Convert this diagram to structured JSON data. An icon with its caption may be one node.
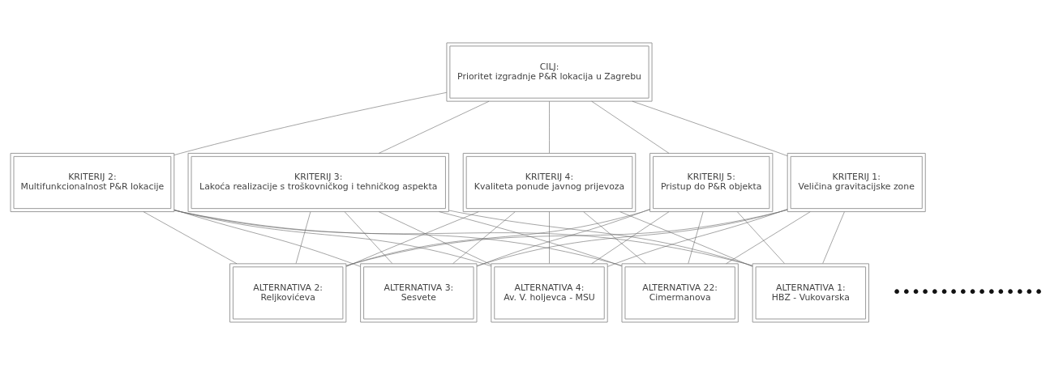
{
  "diagram": {
    "nodes": [
      {
        "text": [
          "CILJ:",
          "Prioritet izgradnje P&R lokacija u Zagrebu"
        ]
      },
      {
        "text": [
          "KRITERIJ 1:",
          "Veličina gravitacijske zone"
        ]
      },
      {
        "text": [
          "KRITERIJ 2:",
          "Multifunkcionalnost P&R lokacije"
        ]
      },
      {
        "text": [
          "KRITERIJ 3:",
          "Lakoća realizacije s troškovničkog i tehničkog aspekta"
        ]
      },
      {
        "text": [
          "KRITERIJ 4:",
          "Kvaliteta ponude javnog prijevoza"
        ]
      },
      {
        "text": [
          "KRITERIJ 5:",
          "Pristup do P&R objekta"
        ]
      },
      {
        "text": [
          "ALTERNATIVA 1:",
          "HBZ - Vukovarska"
        ]
      },
      {
        "text": [
          "ALTERNATIVA 2:",
          "Reljkovićeva"
        ]
      },
      {
        "text": [
          "ALTERNATIVA 3:",
          "Sesvete"
        ]
      },
      {
        "text": [
          "ALTERNATIVA 4:",
          "Av. V. holjevca - MSU"
        ]
      },
      {
        "text": [
          "ALTERNATIVA 22:",
          "Cimermanova"
        ]
      }
    ],
    "edges": [
      {
        "from": 0,
        "to": 1,
        "arrow": "none"
      },
      {
        "from": 0,
        "to": 2,
        "arrow": "none"
      },
      {
        "from": 0,
        "to": 3,
        "arrow": "none"
      },
      {
        "from": 0,
        "to": 4,
        "arrow": "none"
      },
      {
        "from": 0,
        "to": 5,
        "arrow": "none"
      },
      {
        "from": 1,
        "to": 6,
        "arrow": "none"
      },
      {
        "from": 1,
        "to": 7,
        "arrow": "none"
      },
      {
        "from": 1,
        "to": 8,
        "arrow": "none"
      },
      {
        "from": 1,
        "to": 9,
        "arrow": "none"
      },
      {
        "from": 1,
        "to": 10,
        "arrow": "none"
      },
      {
        "from": 2,
        "to": 6,
        "arrow": "none"
      },
      {
        "from": 2,
        "to": 7,
        "arrow": "none"
      },
      {
        "from": 2,
        "to": 8,
        "arrow": "none"
      },
      {
        "from": 2,
        "to": 9,
        "arrow": "none"
      },
      {
        "from": 2,
        "to": 10,
        "arrow": "none"
      },
      {
        "from": 3,
        "to": 6,
        "arrow": "none"
      },
      {
        "from": 3,
        "to": 7,
        "arrow": "none"
      },
      {
        "from": 3,
        "to": 8,
        "arrow": "none"
      },
      {
        "from": 3,
        "to": 9,
        "arrow": "none"
      },
      {
        "from": 3,
        "to": 10,
        "arrow": "none"
      },
      {
        "from": 4,
        "to": 6,
        "arrow": "none"
      },
      {
        "from": 4,
        "to": 7,
        "arrow": "none"
      },
      {
        "from": 4,
        "to": 8,
        "arrow": "none"
      },
      {
        "from": 4,
        "to": 9,
        "arrow": "none"
      },
      {
        "from": 4,
        "to": 10,
        "arrow": "none"
      },
      {
        "from": 5,
        "to": 6,
        "arrow": "none"
      },
      {
        "from": 5,
        "to": 7,
        "arrow": "none"
      },
      {
        "from": 5,
        "to": 8,
        "arrow": "none"
      },
      {
        "from": 5,
        "to": 9,
        "arrow": "none"
      },
      {
        "from": 5,
        "to": 10,
        "arrow": "none"
      }
    ],
    "labels": [
      "••••••••••••••••"
    ]
  }
}
